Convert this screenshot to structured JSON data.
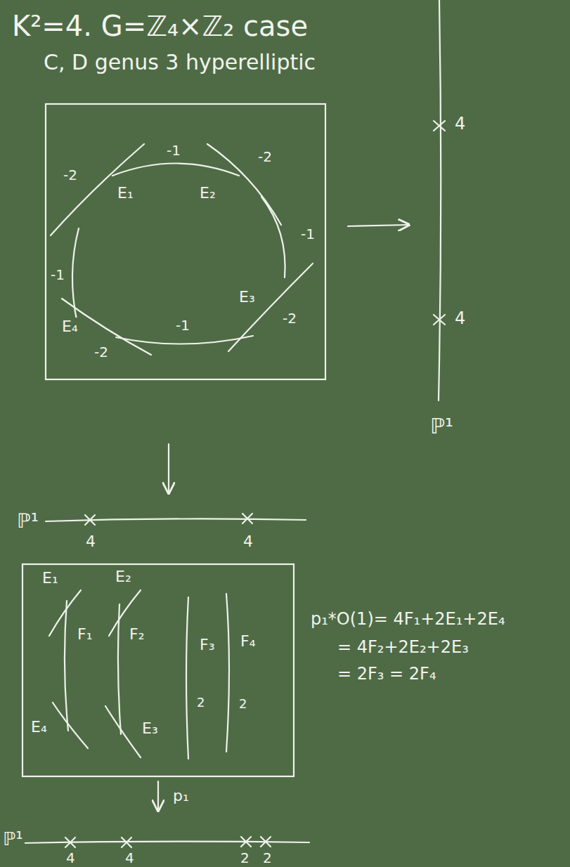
{
  "diagram": {
    "title": "K²=4. G=ℤ₄×ℤ₂ case",
    "labels": [
      "C, D genus 3 hyperelliptic",
      "-1",
      "-2",
      "E₁",
      "E₂",
      "-2",
      "-1",
      "-1",
      "E₃",
      "-2",
      "E₄",
      "-2",
      "-1",
      "4",
      "4",
      "ℙ¹",
      "ℙ¹",
      "4",
      "4",
      "E₁",
      "F₁",
      "E₄",
      "E₂",
      "F₂",
      "E₃",
      "F₃",
      "2",
      "F₄",
      "2",
      "p₁",
      "ℙ¹",
      "4",
      "4",
      "2",
      "2",
      "p₁*O(1)= 4F₁+2E₁+2E₄",
      "= 4F₂+2E₂+2E₃",
      "= 2F₃ = 2F₄"
    ]
  }
}
